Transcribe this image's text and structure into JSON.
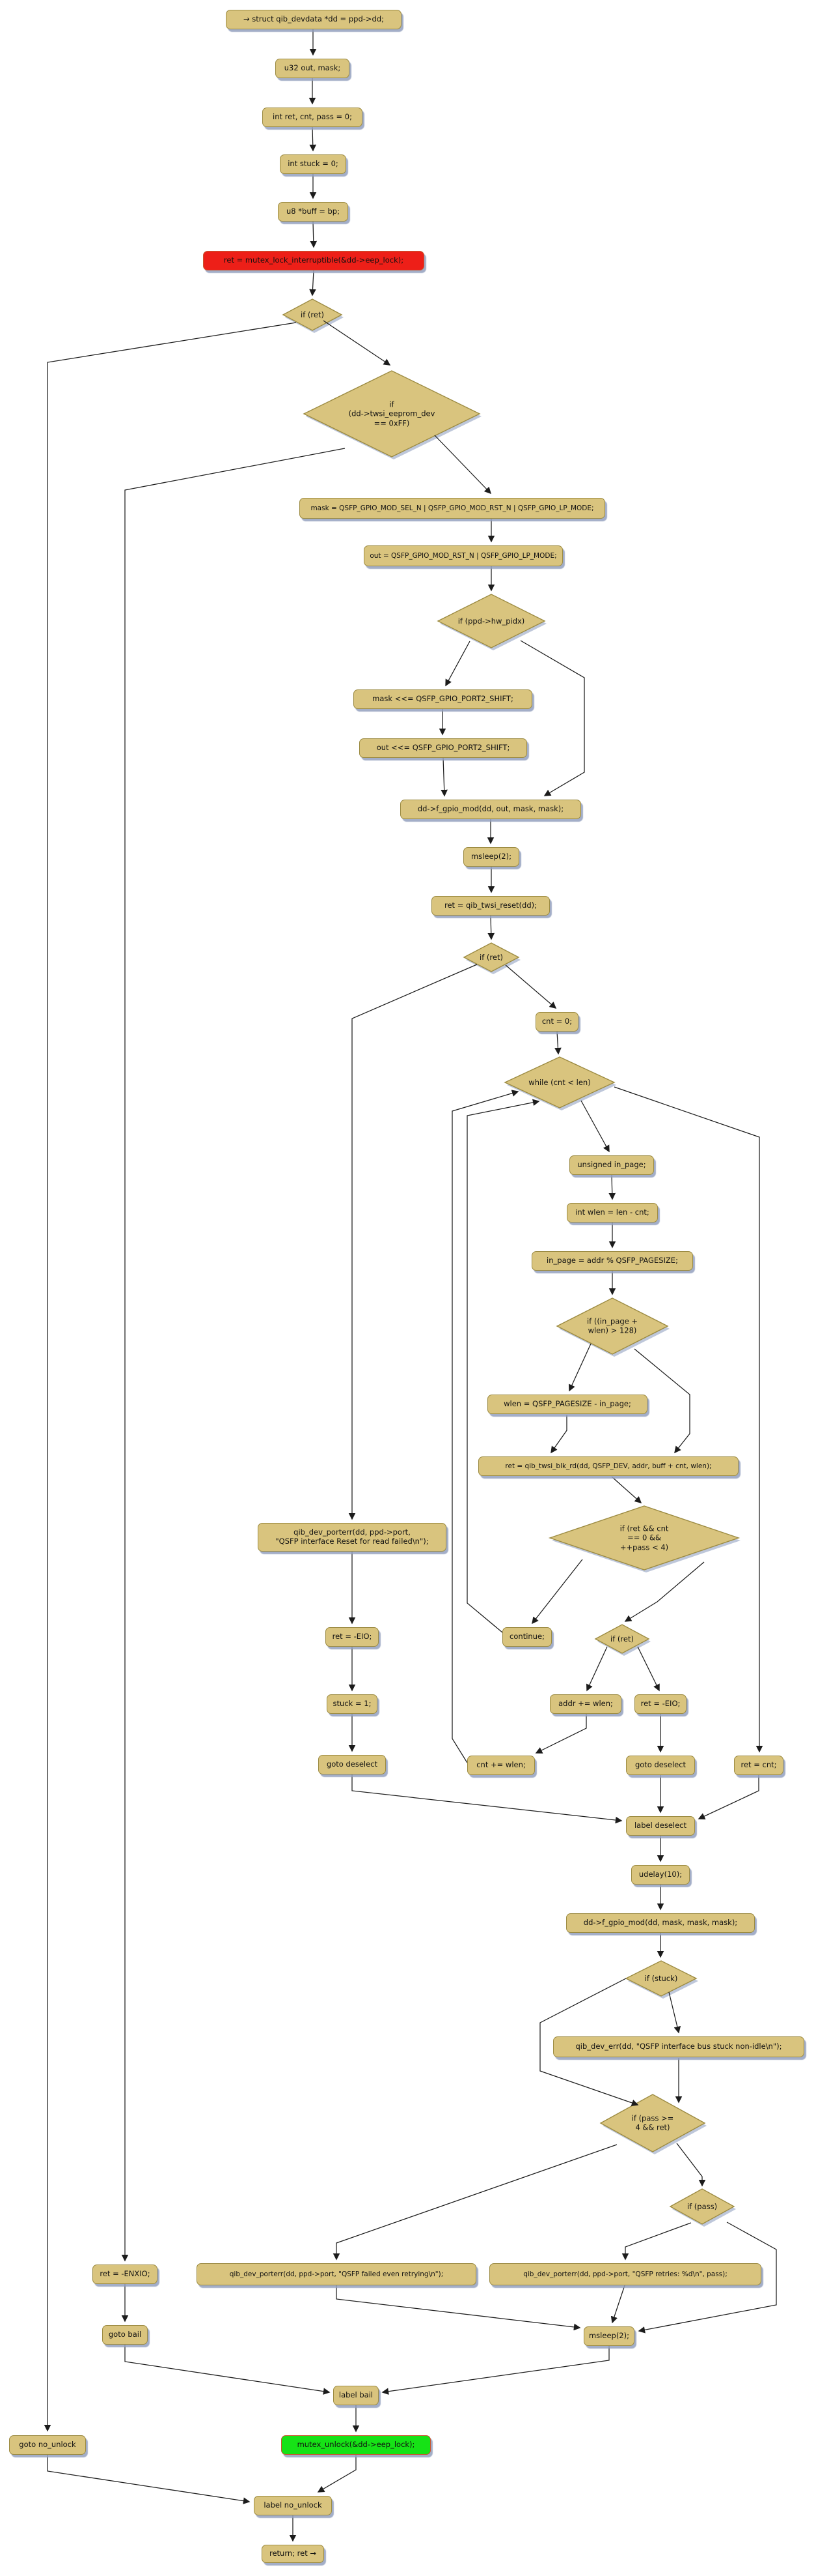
{
  "colors": {
    "canvas_bg": "#ffffff",
    "node_fill": "#d9c47e",
    "node_border": "#9c8b42",
    "highlight_red": "#ed1f18",
    "highlight_red_border": "#c8552e",
    "highlight_green": "#16e216",
    "highlight_green_border": "#c8552e",
    "shadow": "#b3bdd4",
    "edge": "#1c1c1c"
  },
  "nodes": {
    "a1": {
      "label": "→ struct qib_devdata *dd = ppd->dd;"
    },
    "a2": {
      "label": "u32 out, mask;"
    },
    "a3": {
      "label": "int ret, cnt, pass = 0;"
    },
    "a4": {
      "label": "int stuck = 0;"
    },
    "a5": {
      "label": "u8 *buff = bp;"
    },
    "a6": {
      "label": "ret = mutex_lock_interruptible(&dd->eep_lock);"
    },
    "d1": {
      "label": "if (ret)"
    },
    "d2": {
      "label": "if\n(dd->twsi_eeprom_dev\n== 0xFF)"
    },
    "b1": {
      "label": "mask = QSFP_GPIO_MOD_SEL_N | QSFP_GPIO_MOD_RST_N | QSFP_GPIO_LP_MODE;"
    },
    "b2": {
      "label": "out = QSFP_GPIO_MOD_RST_N | QSFP_GPIO_LP_MODE;"
    },
    "d3": {
      "label": "if (ppd->hw_pidx)"
    },
    "b3": {
      "label": "mask <<= QSFP_GPIO_PORT2_SHIFT;"
    },
    "b4": {
      "label": "out <<= QSFP_GPIO_PORT2_SHIFT;"
    },
    "b5": {
      "label": "dd->f_gpio_mod(dd, out, mask, mask);"
    },
    "b6": {
      "label": "msleep(2);"
    },
    "b7": {
      "label": "ret = qib_twsi_reset(dd);"
    },
    "d4": {
      "label": "if (ret)"
    },
    "b8": {
      "label": "cnt = 0;"
    },
    "d5": {
      "label": "while (cnt < len)"
    },
    "b9": {
      "label": "unsigned in_page;"
    },
    "b10": {
      "label": "int wlen = len - cnt;"
    },
    "b11": {
      "label": "in_page = addr % QSFP_PAGESIZE;"
    },
    "d6": {
      "label": "if ((in_page +\nwlen) > 128)"
    },
    "b12": {
      "label": "wlen = QSFP_PAGESIZE - in_page;"
    },
    "b13": {
      "label": "ret = qib_twsi_blk_rd(dd, QSFP_DEV, addr, buff + cnt, wlen);"
    },
    "d7": {
      "label": "if (ret && cnt\n== 0 &&\n++pass < 4)"
    },
    "b14": {
      "label": "continue;"
    },
    "d8": {
      "label": "if (ret)"
    },
    "b15": {
      "label": "qib_dev_porterr(dd, ppd->port,\n\"QSFP interface Reset for read failed\\n\");"
    },
    "b16": {
      "label": "ret = -EIO;"
    },
    "b17": {
      "label": "stuck = 1;"
    },
    "b18": {
      "label": "goto deselect"
    },
    "b19": {
      "label": "addr += wlen;"
    },
    "b20": {
      "label": "ret = -EIO;"
    },
    "b21": {
      "label": "cnt += wlen;"
    },
    "b22": {
      "label": "goto deselect"
    },
    "b23": {
      "label": "ret = cnt;"
    },
    "b24": {
      "label": "label deselect"
    },
    "b25": {
      "label": "udelay(10);"
    },
    "b26": {
      "label": "dd->f_gpio_mod(dd, mask, mask, mask);"
    },
    "d9": {
      "label": "if (stuck)"
    },
    "b27": {
      "label": "qib_dev_err(dd, \"QSFP interface bus stuck non-idle\\n\");"
    },
    "d10": {
      "label": "if (pass >=\n4 && ret)"
    },
    "d11": {
      "label": "if (pass)"
    },
    "b28": {
      "label": "qib_dev_porterr(dd, ppd->port, \"QSFP failed even retrying\\n\");"
    },
    "b29": {
      "label": "qib_dev_porterr(dd, ppd->port, \"QSFP retries: %d\\n\", pass);"
    },
    "b30": {
      "label": "ret = -ENXIO;"
    },
    "b31": {
      "label": "goto bail"
    },
    "b32": {
      "label": "msleep(2);"
    },
    "b33": {
      "label": "label bail"
    },
    "b34": {
      "label": "mutex_unlock(&dd->eep_lock);"
    },
    "b35": {
      "label": "goto no_unlock"
    },
    "b36": {
      "label": "label no_unlock"
    },
    "b37": {
      "label": "return; ret →"
    }
  }
}
